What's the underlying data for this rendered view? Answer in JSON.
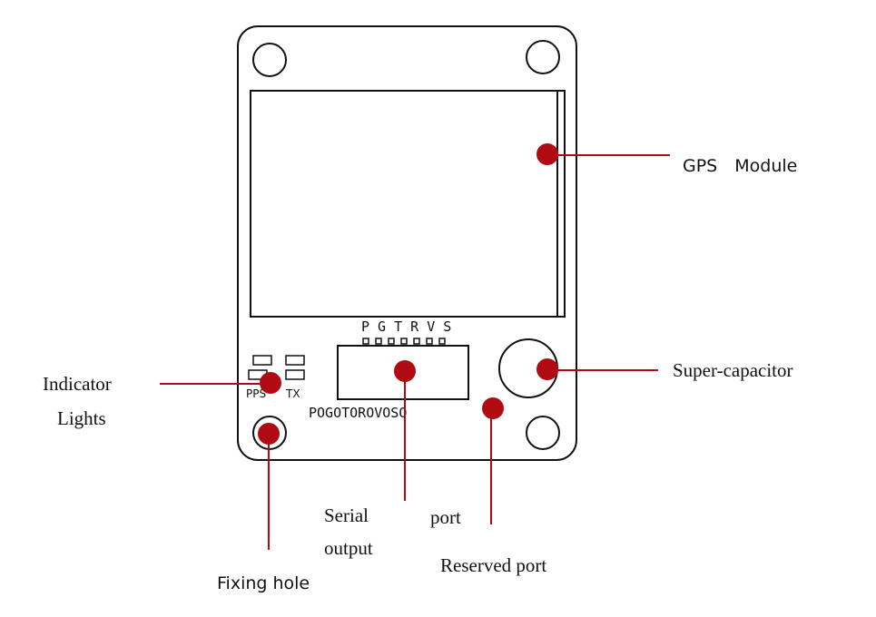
{
  "board": {
    "top_pin_labels": "P G T R V S",
    "bottom_pin_labels": "POGOTOROVOSO",
    "led_label_left": "PPS",
    "led_label_right": "TX"
  },
  "callouts": {
    "gps_module": "GPS　Module",
    "super_capacitor": "Super-capacitor",
    "indicator_line1": "Indicator",
    "indicator_line2": "Lights",
    "serial_line1": "Serial",
    "serial_line2": "output",
    "port": "port",
    "reserved_port": "Reserved port",
    "fixing_hole": "Fixing hole"
  },
  "colors": {
    "marker": "#b00b13",
    "outline": "#111111"
  }
}
